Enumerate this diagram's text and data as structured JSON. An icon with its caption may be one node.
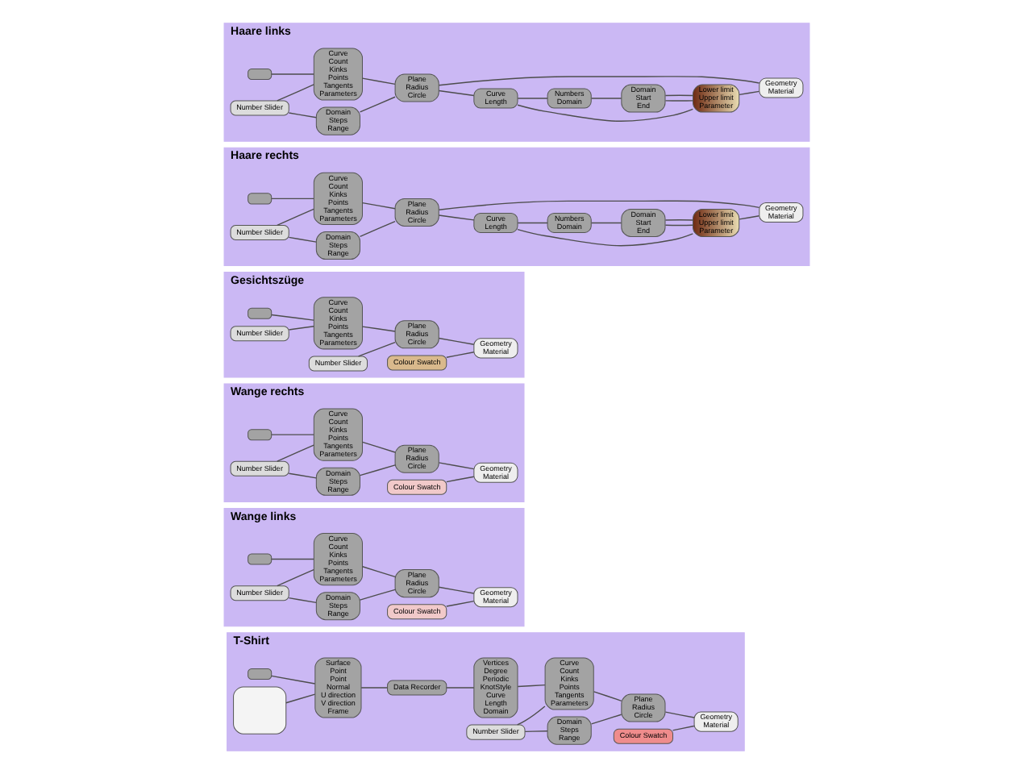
{
  "diagram": {
    "nodes": [
      {
        "text": [
          "Haare links"
        ]
      },
      {
        "text": [],
        "shape": "box",
        "in": 0
      },
      {
        "text": [
          "Curve",
          "Count",
          "Kinks",
          "Points",
          "Tangents",
          "Parameters"
        ],
        "in": 0
      },
      {
        "text": [
          "Number Slider"
        ],
        "in": 0
      },
      {
        "text": [
          "Domain",
          "Steps",
          "Range"
        ],
        "in": 0
      },
      {
        "text": [
          "Plane",
          "Radius",
          "Circle"
        ],
        "in": 0
      },
      {
        "text": [
          "Curve",
          "Length"
        ],
        "in": 0
      },
      {
        "text": [
          "Numbers",
          "Domain"
        ],
        "in": 0
      },
      {
        "text": [
          "Domain",
          "Start",
          "End"
        ],
        "in": 0
      },
      {
        "text": [
          "Lower limit",
          "Upper limit",
          "Parameter"
        ],
        "in": 0
      },
      {
        "text": [
          "Geometry",
          "Material"
        ],
        "in": 0
      },
      {
        "text": [
          "Haare rechts"
        ]
      },
      {
        "text": [],
        "shape": "box",
        "in": 11
      },
      {
        "text": [
          "Curve",
          "Count",
          "Kinks",
          "Points",
          "Tangents",
          "Parameters"
        ],
        "in": 11
      },
      {
        "text": [
          "Number Slider"
        ],
        "in": 11
      },
      {
        "text": [
          "Domain",
          "Steps",
          "Range"
        ],
        "in": 11
      },
      {
        "text": [
          "Plane",
          "Radius",
          "Circle"
        ],
        "in": 11
      },
      {
        "text": [
          "Curve",
          "Length"
        ],
        "in": 11
      },
      {
        "text": [
          "Numbers",
          "Domain"
        ],
        "in": 11
      },
      {
        "text": [
          "Domain",
          "Start",
          "End"
        ],
        "in": 11
      },
      {
        "text": [
          "Lower limit",
          "Upper limit",
          "Parameter"
        ],
        "in": 11
      },
      {
        "text": [
          "Geometry",
          "Material"
        ],
        "in": 11
      },
      {
        "text": [
          "Gesichtszüge"
        ]
      },
      {
        "text": [],
        "shape": "box",
        "in": 22
      },
      {
        "text": [
          "Number Slider"
        ],
        "in": 22
      },
      {
        "text": [
          "Curve",
          "Count",
          "Kinks",
          "Points",
          "Tangents",
          "Parameters"
        ],
        "in": 22
      },
      {
        "text": [
          "Number Slider"
        ],
        "in": 22
      },
      {
        "text": [
          "Plane",
          "Radius",
          "Circle"
        ],
        "in": 22
      },
      {
        "text": [
          "Geometry",
          "Material"
        ],
        "in": 22
      },
      {
        "text": [
          "Colour Swatch"
        ],
        "in": 22
      },
      {
        "text": [
          "Wange rechts"
        ]
      },
      {
        "text": [],
        "shape": "box",
        "in": 30
      },
      {
        "text": [
          "Number Slider"
        ],
        "in": 30
      },
      {
        "text": [
          "Curve",
          "Count",
          "Kinks",
          "Points",
          "Tangents",
          "Parameters"
        ],
        "in": 30
      },
      {
        "text": [
          "Domain",
          "Steps",
          "Range"
        ],
        "in": 30
      },
      {
        "text": [
          "Plane",
          "Radius",
          "Circle"
        ],
        "in": 30
      },
      {
        "text": [
          "Geometry",
          "Material"
        ],
        "in": 30
      },
      {
        "text": [
          "Colour Swatch"
        ],
        "in": 30
      },
      {
        "text": [
          "Wange links"
        ]
      },
      {
        "text": [],
        "shape": "box",
        "in": 38
      },
      {
        "text": [
          "Number Slider"
        ],
        "in": 38
      },
      {
        "text": [
          "Curve",
          "Count",
          "Kinks",
          "Points",
          "Tangents",
          "Parameters"
        ],
        "in": 38
      },
      {
        "text": [
          "Domain",
          "Steps",
          "Range"
        ],
        "in": 38
      },
      {
        "text": [
          "Plane",
          "Radius",
          "Circle"
        ],
        "in": 38
      },
      {
        "text": [
          "Geometry",
          "Material"
        ],
        "in": 38
      },
      {
        "text": [
          "Colour Swatch"
        ],
        "in": 38
      },
      {
        "text": [
          "T-Shirt"
        ]
      },
      {
        "text": [],
        "shape": "box",
        "in": 46
      },
      {
        "text": [],
        "shape": "box",
        "in": 46
      },
      {
        "text": [
          "Surface",
          "Point",
          "Point",
          "Normal",
          "U direction",
          "V direction",
          "Frame"
        ],
        "in": 46
      },
      {
        "text": [
          "Data Recorder"
        ],
        "in": 46
      },
      {
        "text": [
          "Vertices",
          "Degree",
          "Periodic",
          "KnotStyle",
          "Curve",
          "Length",
          "Domain"
        ],
        "in": 46
      },
      {
        "text": [
          "Number Slider"
        ],
        "in": 46
      },
      {
        "text": [
          "Curve",
          "Count",
          "Kinks",
          "Points",
          "Tangents",
          "Parameters"
        ],
        "in": 46
      },
      {
        "text": [
          "Domain",
          "Steps",
          "Range"
        ],
        "in": 46
      },
      {
        "text": [
          "Plane",
          "Radius",
          "Circle"
        ],
        "in": 46
      },
      {
        "text": [
          "Geometry",
          "Material"
        ],
        "in": 46
      },
      {
        "text": [
          "Colour Swatch"
        ],
        "in": 46
      }
    ],
    "edges": [
      {
        "from": 1,
        "to": 2,
        "arrow": "none"
      },
      {
        "from": 3,
        "to": 2,
        "arrow": "none"
      },
      {
        "from": 3,
        "to": 4,
        "arrow": "none"
      },
      {
        "from": 2,
        "to": 5,
        "arrow": "none"
      },
      {
        "from": 4,
        "to": 5,
        "arrow": "none"
      },
      {
        "from": 5,
        "to": 10,
        "arrow": "none"
      },
      {
        "from": 5,
        "to": 6,
        "arrow": "none"
      },
      {
        "from": 6,
        "to": 7,
        "arrow": "none"
      },
      {
        "from": 6,
        "to": 9,
        "arrow": "none"
      },
      {
        "from": 7,
        "to": 8,
        "arrow": "none"
      },
      {
        "from": 8,
        "to": 9,
        "arrow": "none"
      },
      {
        "from": 8,
        "to": 9,
        "arrow": "none"
      },
      {
        "from": 9,
        "to": 10,
        "arrow": "none"
      },
      {
        "from": 12,
        "to": 13,
        "arrow": "none"
      },
      {
        "from": 14,
        "to": 13,
        "arrow": "none"
      },
      {
        "from": 14,
        "to": 15,
        "arrow": "none"
      },
      {
        "from": 13,
        "to": 16,
        "arrow": "none"
      },
      {
        "from": 15,
        "to": 16,
        "arrow": "none"
      },
      {
        "from": 16,
        "to": 21,
        "arrow": "none"
      },
      {
        "from": 16,
        "to": 17,
        "arrow": "none"
      },
      {
        "from": 17,
        "to": 18,
        "arrow": "none"
      },
      {
        "from": 17,
        "to": 20,
        "arrow": "none"
      },
      {
        "from": 18,
        "to": 19,
        "arrow": "none"
      },
      {
        "from": 19,
        "to": 20,
        "arrow": "none"
      },
      {
        "from": 19,
        "to": 20,
        "arrow": "none"
      },
      {
        "from": 20,
        "to": 21,
        "arrow": "none"
      },
      {
        "from": 23,
        "to": 25,
        "arrow": "none"
      },
      {
        "from": 24,
        "to": 25,
        "arrow": "none"
      },
      {
        "from": 25,
        "to": 27,
        "arrow": "none"
      },
      {
        "from": 26,
        "to": 27,
        "arrow": "none"
      },
      {
        "from": 27,
        "to": 28,
        "arrow": "none"
      },
      {
        "from": 29,
        "to": 28,
        "arrow": "none"
      },
      {
        "from": 31,
        "to": 33,
        "arrow": "none"
      },
      {
        "from": 32,
        "to": 33,
        "arrow": "none"
      },
      {
        "from": 32,
        "to": 34,
        "arrow": "none"
      },
      {
        "from": 33,
        "to": 35,
        "arrow": "none"
      },
      {
        "from": 34,
        "to": 35,
        "arrow": "none"
      },
      {
        "from": 35,
        "to": 36,
        "arrow": "none"
      },
      {
        "from": 37,
        "to": 36,
        "arrow": "none"
      },
      {
        "from": 39,
        "to": 41,
        "arrow": "none"
      },
      {
        "from": 40,
        "to": 41,
        "arrow": "none"
      },
      {
        "from": 40,
        "to": 42,
        "arrow": "none"
      },
      {
        "from": 41,
        "to": 43,
        "arrow": "none"
      },
      {
        "from": 42,
        "to": 43,
        "arrow": "none"
      },
      {
        "from": 43,
        "to": 44,
        "arrow": "none"
      },
      {
        "from": 45,
        "to": 44,
        "arrow": "none"
      },
      {
        "from": 47,
        "to": 49,
        "arrow": "none"
      },
      {
        "from": 48,
        "to": 49,
        "arrow": "none"
      },
      {
        "from": 49,
        "to": 50,
        "arrow": "none"
      },
      {
        "from": 50,
        "to": 51,
        "arrow": "none"
      },
      {
        "from": 51,
        "to": 53,
        "arrow": "none"
      },
      {
        "from": 52,
        "to": 53,
        "arrow": "none"
      },
      {
        "from": 52,
        "to": 54,
        "arrow": "none"
      },
      {
        "from": 53,
        "to": 55,
        "arrow": "none"
      },
      {
        "from": 54,
        "to": 55,
        "arrow": "none"
      },
      {
        "from": 55,
        "to": 56,
        "arrow": "none"
      },
      {
        "from": 57,
        "to": 56,
        "arrow": "none"
      }
    ]
  }
}
